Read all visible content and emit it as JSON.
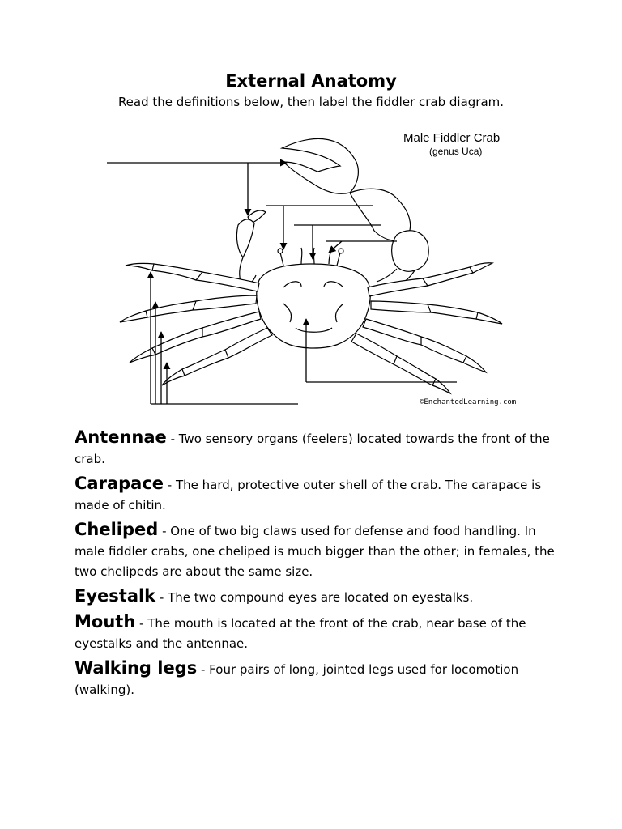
{
  "title": "External Anatomy",
  "subtitle": "Read the definitions below, then label the fiddler crab diagram.",
  "diagram": {
    "heading": "Male Fiddler Crab",
    "genus": "(genus Uca)",
    "credit": "©EnchantedLearning.com"
  },
  "definitions": [
    {
      "term": "Antennae",
      "text": " - Two sensory organs (feelers) located towards the front of the crab."
    },
    {
      "term": "Carapace",
      "text": " - The hard, protective outer shell of the crab. The carapace is made of chitin."
    },
    {
      "term": "Cheliped",
      "text": " - One of two big claws used for defense and food handling. In male fiddler crabs, one cheliped is much bigger than the other; in females, the two chelipeds are about the same size."
    },
    {
      "term": "Eyestalk",
      "text": " - The two compound eyes are located on eyestalks."
    },
    {
      "term": "Mouth",
      "text": " - The mouth is located at the front of the crab, near base of the eyestalks and the antennae."
    },
    {
      "term": "Walking legs",
      "text": " - Four pairs of long, jointed legs used for locomotion (walking)."
    }
  ]
}
